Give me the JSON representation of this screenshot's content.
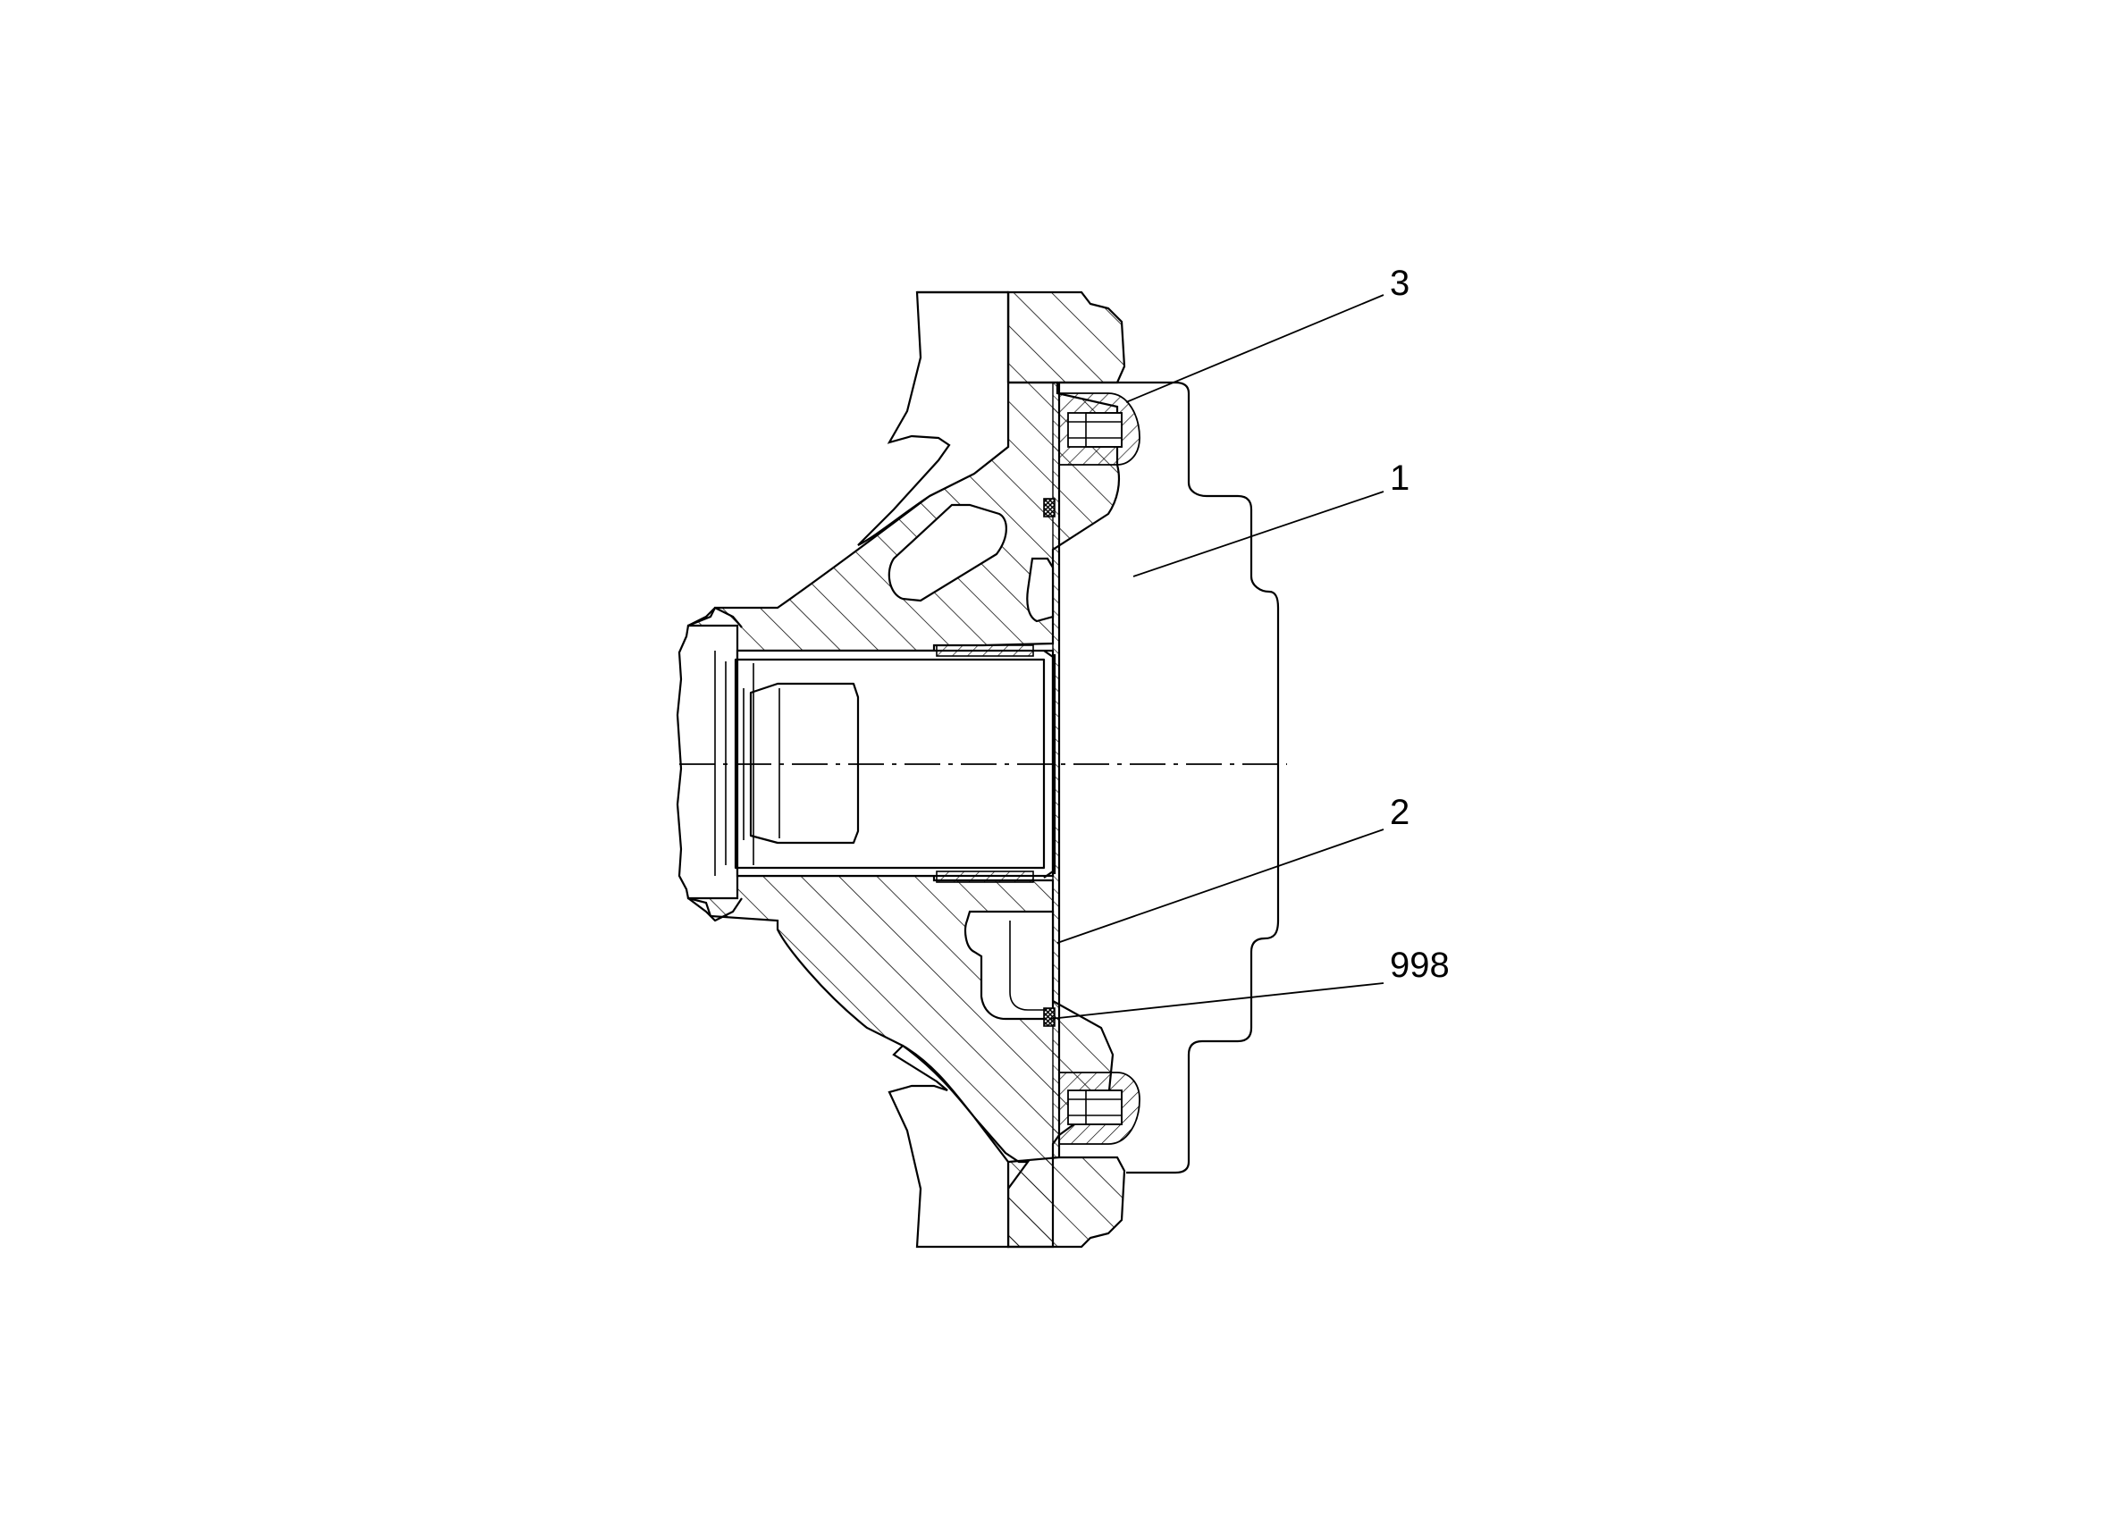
{
  "drawing": {
    "type": "sectional assembly drawing",
    "callouts": [
      {
        "id": "3",
        "label": "3"
      },
      {
        "id": "1",
        "label": "1"
      },
      {
        "id": "2",
        "label": "2"
      },
      {
        "id": "998",
        "label": "998"
      }
    ]
  }
}
